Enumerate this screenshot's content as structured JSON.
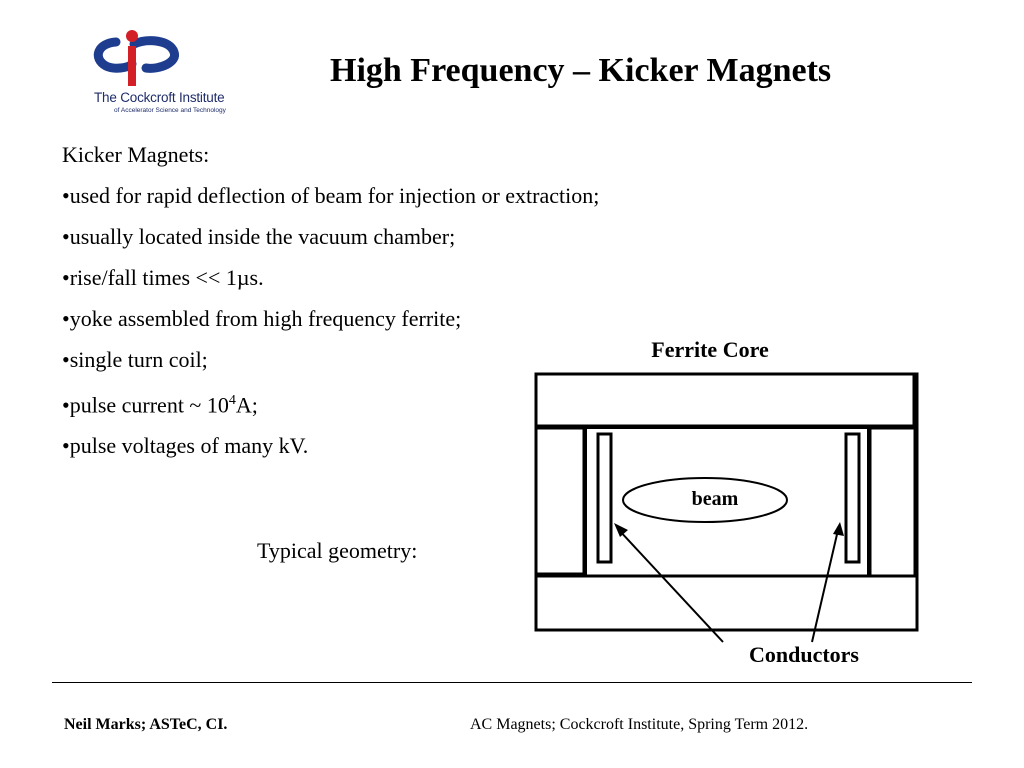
{
  "logo": {
    "name": "The Cockcroft Institute",
    "subtitle": "of Accelerator Science and Technology",
    "colors": {
      "blue": "#1f3d8f",
      "red": "#d32027"
    }
  },
  "title": "High Frequency – Kicker Magnets",
  "heading": "Kicker Magnets:",
  "bullets": [
    "•used for rapid deflection of beam for injection or extraction;",
    "•usually located inside the vacuum chamber;",
    "•rise/fall times << 1µs.",
    "•yoke assembled from high frequency ferrite;",
    "•single turn coil;"
  ],
  "pulse_current": {
    "prefix": "•pulse current ~ 10",
    "exponent": "4",
    "suffix": "A;"
  },
  "pulse_voltage": "•pulse voltages of many kV.",
  "typical_geometry": "Typical geometry:",
  "diagram": {
    "ferrite_label": "Ferrite Core",
    "beam_label": "beam",
    "conductors_label": "Conductors"
  },
  "footer": {
    "left": "Neil Marks; ASTeC, CI.",
    "right": "AC Magnets; Cockcroft Institute, Spring Term 2012."
  }
}
